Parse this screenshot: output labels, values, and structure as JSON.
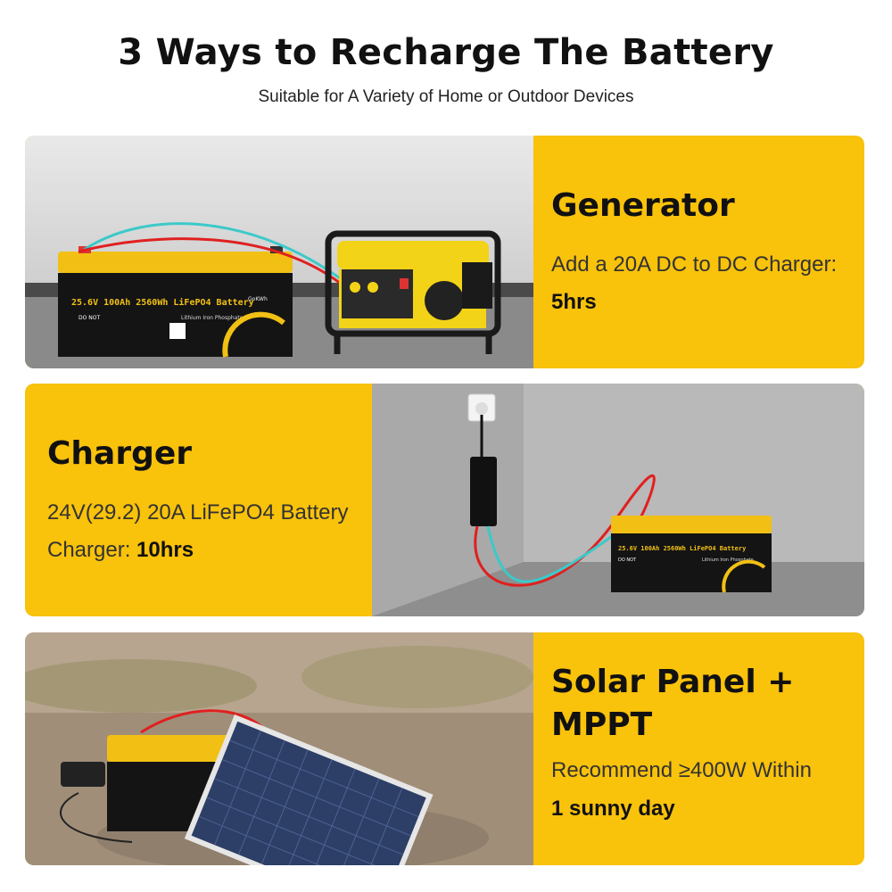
{
  "header": {
    "title": "3 Ways to Recharge The Battery",
    "subtitle": "Suitable for A Variety of Home or Outdoor Devices"
  },
  "methods": [
    {
      "heading": "Generator",
      "desc_line1": "Add a 20A DC to DC Charger:",
      "desc_bold": "5hrs"
    },
    {
      "heading": "Charger",
      "desc_line1": "24V(29.2) 20A LiFePO4 Battery",
      "desc_prefix": "Charger: ",
      "desc_bold": "10hrs"
    },
    {
      "heading_line1": "Solar Panel +",
      "heading_line2": "MPPT",
      "desc_line1": "Recommend ≥400W Within",
      "desc_bold": "1 sunny day"
    }
  ],
  "battery": {
    "label": "25.6V 100Ah 2560Wh  LiFePO4 Battery",
    "sublabel": "Lithium Iron Phosphate",
    "warning": "DO NOT",
    "brand": "GoKWh"
  },
  "colors": {
    "accent": "#f9c20b",
    "text": "#111111",
    "cable_red": "#e02020",
    "cable_cyan": "#3cc9c9"
  }
}
